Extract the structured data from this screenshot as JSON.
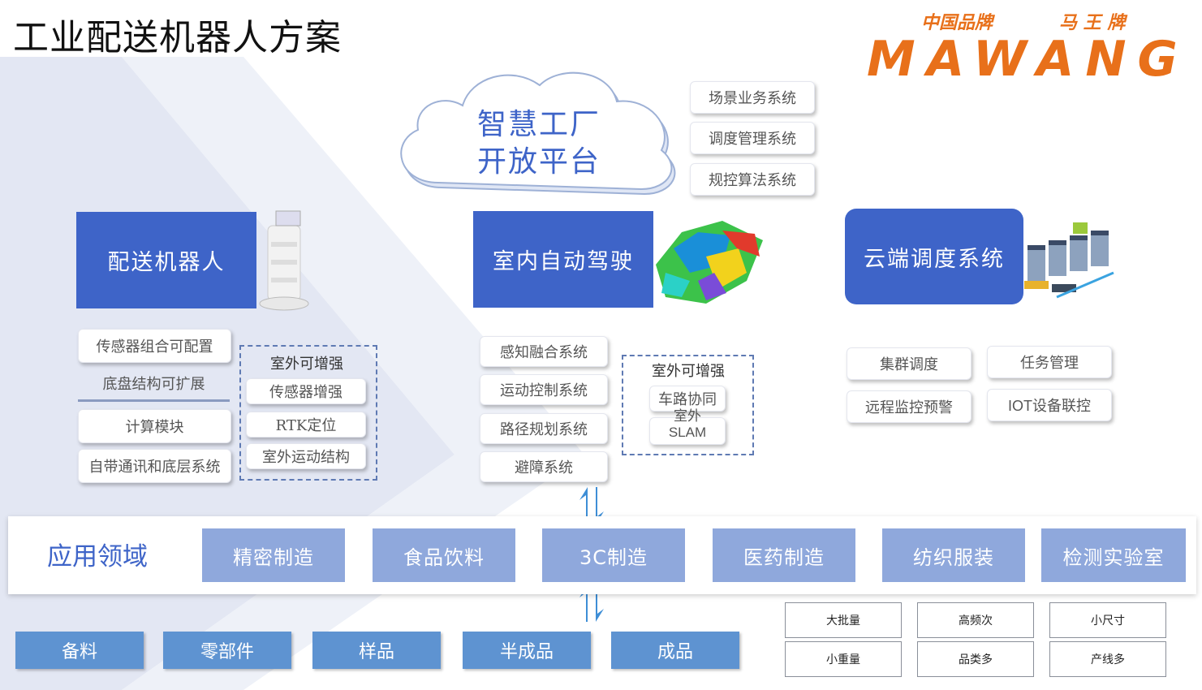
{
  "title": "工业配送机器人方案",
  "brand": {
    "left_tag": "中国品牌",
    "right_tag": "马 王 牌",
    "name": "MAWANG",
    "color": "#e8701a"
  },
  "cloud": {
    "line1": "智慧工厂",
    "line2": "开放平台",
    "systems": [
      "场景业务系统",
      "调度管理系统",
      "规控算法系统"
    ]
  },
  "columns": {
    "robot": {
      "title": "配送机器人",
      "features": [
        "传感器组合可配置",
        "底盘结构可扩展",
        "计算模块",
        "自带通讯和底层系统"
      ],
      "outdoor": {
        "label": "室外可增强",
        "items": [
          "传感器增强",
          "RTK定位",
          "室外运动结构"
        ]
      }
    },
    "driving": {
      "title": "室内自动驾驶",
      "features": [
        "感知融合系统",
        "运动控制系统",
        "路径规划系统",
        "避障系统"
      ],
      "outdoor": {
        "label": "室外可增强",
        "items": [
          "车路协同",
          "室外",
          "SLAM"
        ]
      }
    },
    "cloud_dispatch": {
      "title": "云端调度系统",
      "features": [
        "集群调度",
        "任务管理",
        "远程监控预警",
        "IOT设备联控"
      ]
    }
  },
  "application": {
    "label": "应用领域",
    "domains": [
      "精密制造",
      "食品饮料",
      "3C制造",
      "医药制造",
      "纺织服装",
      "检测实验室"
    ]
  },
  "materials": [
    "备料",
    "零部件",
    "样品",
    "半成品",
    "成品"
  ],
  "characteristics": [
    "大批量",
    "高频次",
    "小尺寸",
    "小重量",
    "品类多",
    "产线多"
  ],
  "colors": {
    "primary_blue": "#3e64c8",
    "domain_blue": "#8fa8dc",
    "material_blue": "#5e93d1"
  }
}
